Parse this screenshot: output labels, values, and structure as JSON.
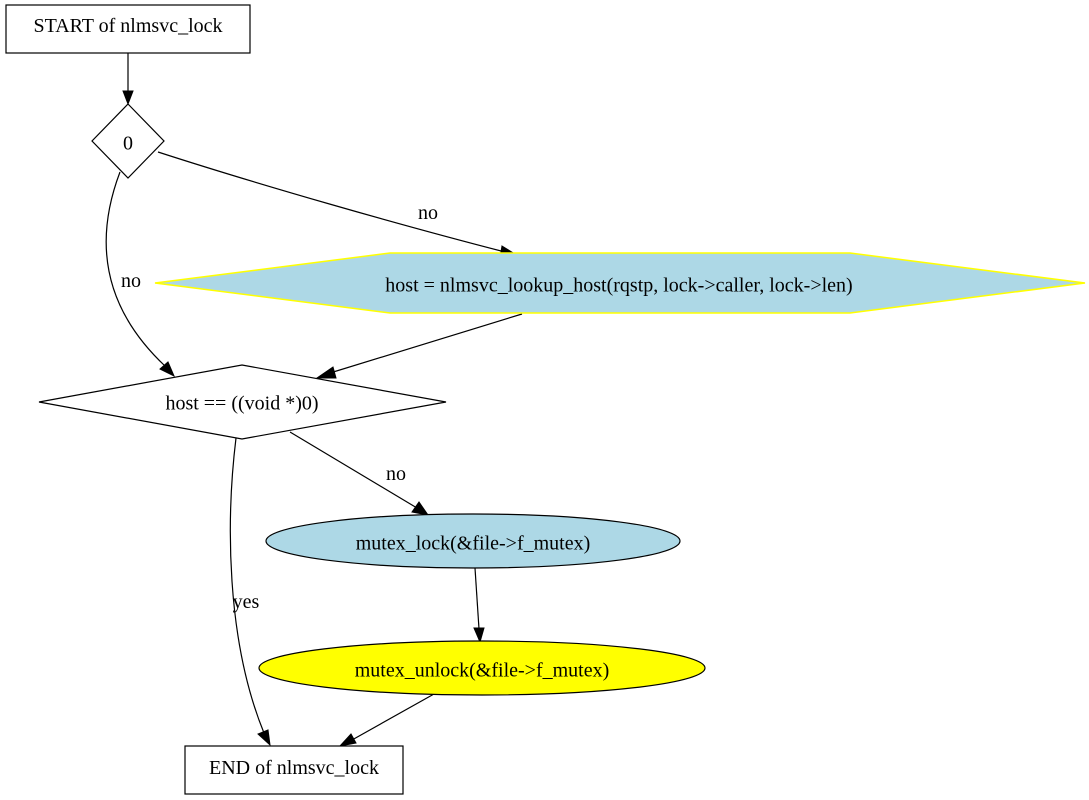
{
  "nodes": {
    "start": {
      "label": "START of nlmsvc_lock"
    },
    "cond0": {
      "label": "0"
    },
    "lookup": {
      "label": "host = nlmsvc_lookup_host(rqstp, lock->caller, lock->len)"
    },
    "host_null": {
      "label": "host == ((void *)0)"
    },
    "mutex_lock": {
      "label": "mutex_lock(&file->f_mutex)"
    },
    "mutex_unlock": {
      "label": "mutex_unlock(&file->f_mutex)"
    },
    "end": {
      "label": "END of nlmsvc_lock"
    }
  },
  "edges": {
    "cond0_to_lookup": {
      "label": "no"
    },
    "cond0_to_host_null": {
      "label": "no"
    },
    "host_null_to_mutex_lock": {
      "label": "no"
    },
    "host_null_to_end": {
      "label": "yes"
    }
  },
  "colors": {
    "blue_fill": "#add8e6",
    "yellow_fill": "#ffff00",
    "yellow_stroke": "#ffff00",
    "line": "#000000",
    "background": "#ffffff"
  }
}
